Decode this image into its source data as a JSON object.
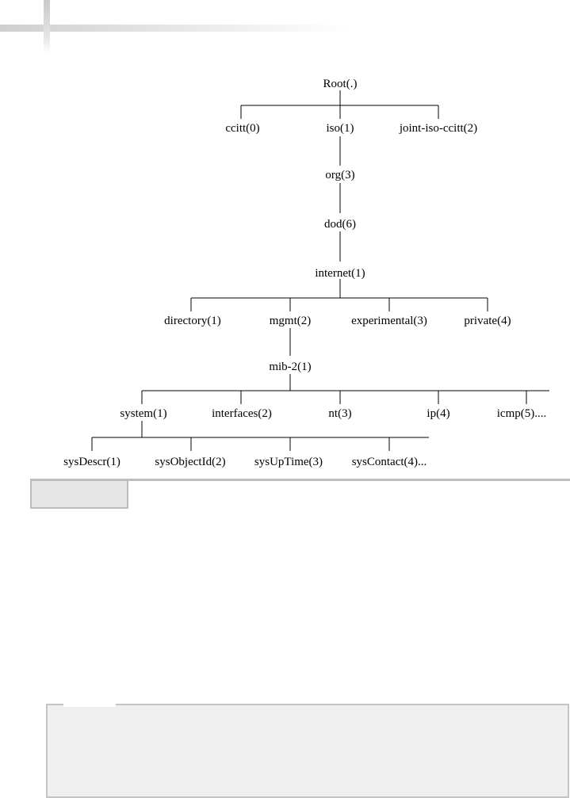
{
  "tree": {
    "root": "Root(.)",
    "level1": [
      "ccitt(0)",
      "iso(1)",
      "joint-iso-ccitt(2)"
    ],
    "org": "org(3)",
    "dod": "dod(6)",
    "internet": "internet(1)",
    "internet_children": [
      "directory(1)",
      "mgmt(2)",
      "experimental(3)",
      "private(4)"
    ],
    "mib2": "mib-2(1)",
    "mib2_children": [
      "system(1)",
      "interfaces(2)",
      "nt(3)",
      "ip(4)",
      "icmp(5)...."
    ],
    "system_children": [
      "sysDescr(1)",
      "sysObjectId(2)",
      "sysUpTime(3)",
      "sysContact(4)..."
    ]
  }
}
